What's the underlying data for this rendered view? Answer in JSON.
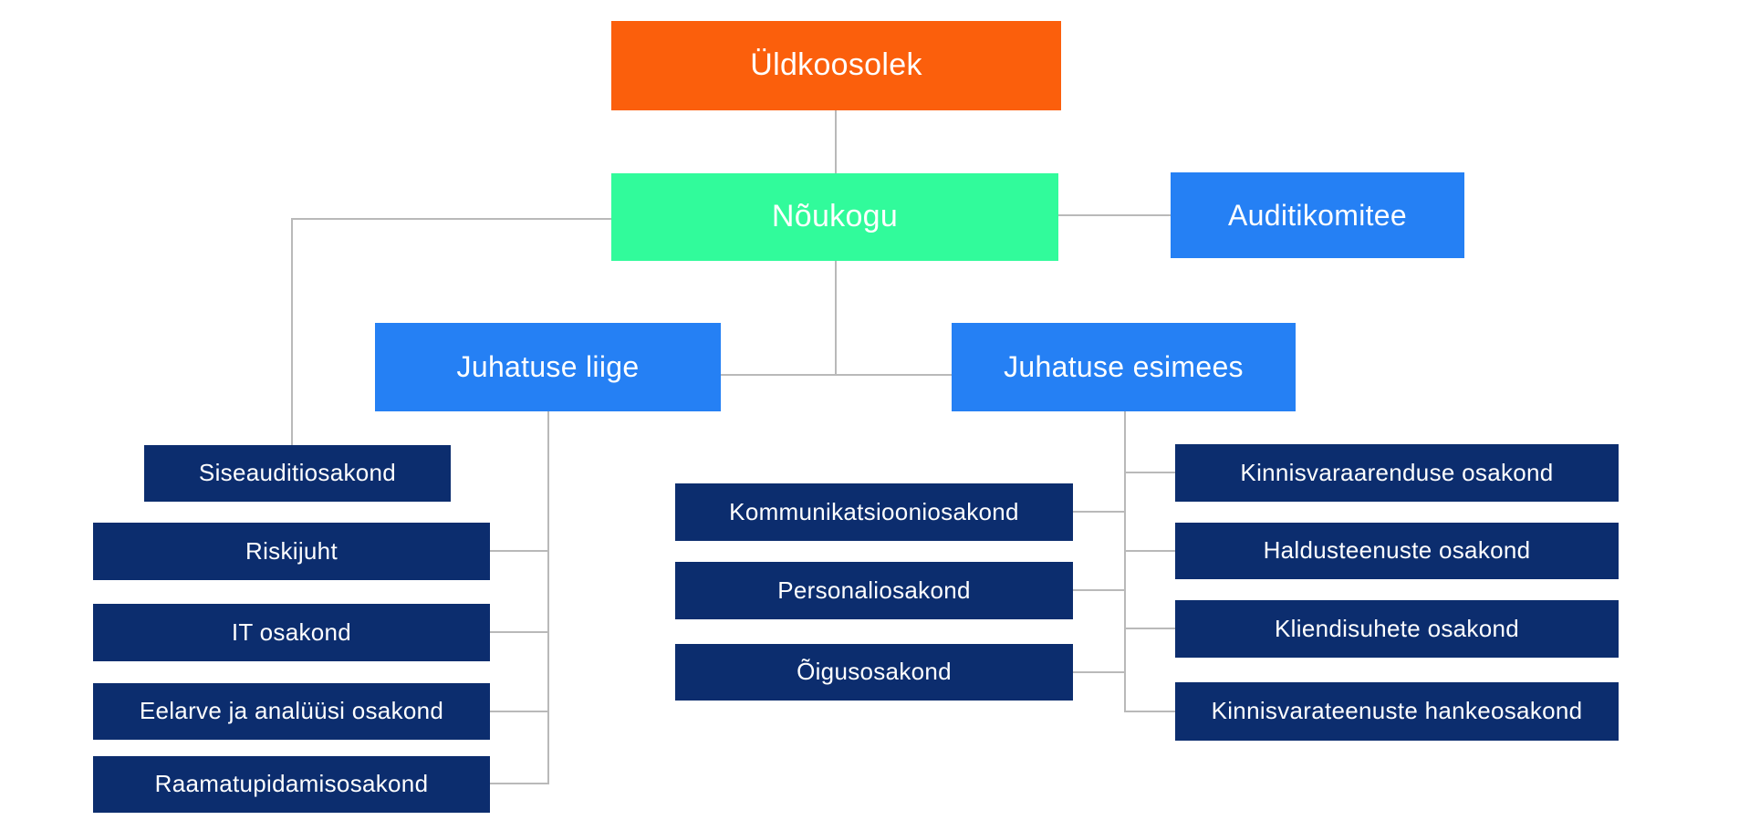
{
  "colors": {
    "orange": "#FB5F0C",
    "green": "#31FB9B",
    "blue": "#2580F4",
    "navy": "#0C2D6E",
    "line": "#B9B9B9",
    "text": "#FFFFFF",
    "background": "#FFFFFF"
  },
  "nodes": {
    "uldkoosolek": {
      "label": "Üldkoosolek",
      "color_role": "orange"
    },
    "noukogu": {
      "label": "Nõukogu",
      "color_role": "green"
    },
    "auditikomitee": {
      "label": "Auditikomitee",
      "color_role": "blue"
    },
    "juhatuse_liige": {
      "label": "Juhatuse liige",
      "color_role": "blue"
    },
    "juhatuse_esimees": {
      "label": "Juhatuse esimees",
      "color_role": "blue"
    },
    "siseauditiosakond": {
      "label": "Siseauditiosakond",
      "color_role": "navy"
    },
    "riskijuht": {
      "label": "Riskijuht",
      "color_role": "navy"
    },
    "it_osakond": {
      "label": "IT osakond",
      "color_role": "navy"
    },
    "eelarve": {
      "label": "Eelarve ja analüüsi osakond",
      "color_role": "navy"
    },
    "raamatupidamis": {
      "label": "Raamatupidamisosakond",
      "color_role": "navy"
    },
    "kommunikatsiooni": {
      "label": "Kommunikatsiooniosakond",
      "color_role": "navy"
    },
    "personali": {
      "label": "Personaliosakond",
      "color_role": "navy"
    },
    "oigus": {
      "label": "Õigusosakond",
      "color_role": "navy"
    },
    "kinnisvaraarenduse": {
      "label": "Kinnisvaraarenduse osakond",
      "color_role": "navy"
    },
    "haldusteenuste": {
      "label": "Haldusteenuste osakond",
      "color_role": "navy"
    },
    "kliendisuhete": {
      "label": "Kliendisuhete osakond",
      "color_role": "navy"
    },
    "kinnisvarateenuste": {
      "label": "Kinnisvarateenuste hankeosakond",
      "color_role": "navy"
    }
  },
  "hierarchy": {
    "Üldkoosolek": [
      "Nõukogu"
    ],
    "Nõukogu": [
      "Auditikomitee",
      "Juhatuse liige",
      "Juhatuse esimees",
      "Siseauditiosakond"
    ],
    "Juhatuse liige": [
      "Riskijuht",
      "IT osakond",
      "Eelarve ja analüüsi osakond",
      "Raamatupidamisosakond"
    ],
    "Juhatuse esimees": [
      "Kommunikatsiooniosakond",
      "Personaliosakond",
      "Õigusosakond",
      "Kinnisvaraarenduse osakond",
      "Haldusteenuste osakond",
      "Kliendisuhete osakond",
      "Kinnisvarateenuste hankeosakond"
    ]
  }
}
